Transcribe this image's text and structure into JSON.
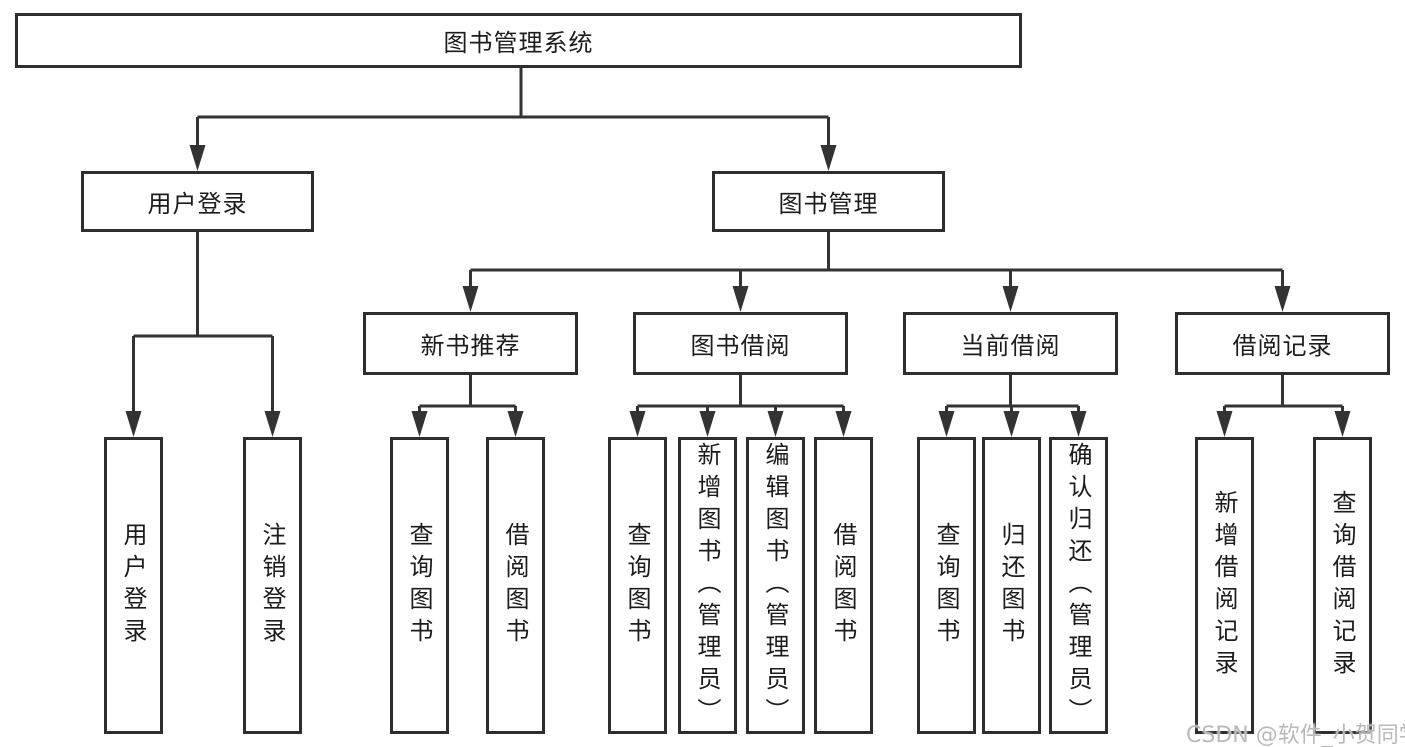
{
  "colors": {
    "line": "#333333",
    "box_border": "#2e2e2e",
    "text": "#1c1c1c",
    "background": "#ffffff",
    "watermark": "#b9b9b9"
  },
  "nodes": {
    "root": "图书管理系统",
    "level2": {
      "user_login": "用户登录",
      "book_manage": "图书管理"
    },
    "level3": {
      "new_book_recommend": "新书推荐",
      "book_borrow": "图书借阅",
      "current_borrow": "当前借阅",
      "borrow_records": "借阅记录"
    },
    "leaves": {
      "login": [
        "用户登录",
        "注销登录"
      ],
      "recommend": [
        "查询图书",
        "借阅图书"
      ],
      "borrow": [
        "查询图书",
        "新增图书（管理员）",
        "编辑图书（管理员）",
        "借阅图书"
      ],
      "current": [
        "查询图书",
        "归还图书",
        "确认归还（管理员）"
      ],
      "records": [
        "新增借阅记录",
        "查询借阅记录"
      ]
    }
  },
  "watermark": "CSDN @软件_小贺同学"
}
